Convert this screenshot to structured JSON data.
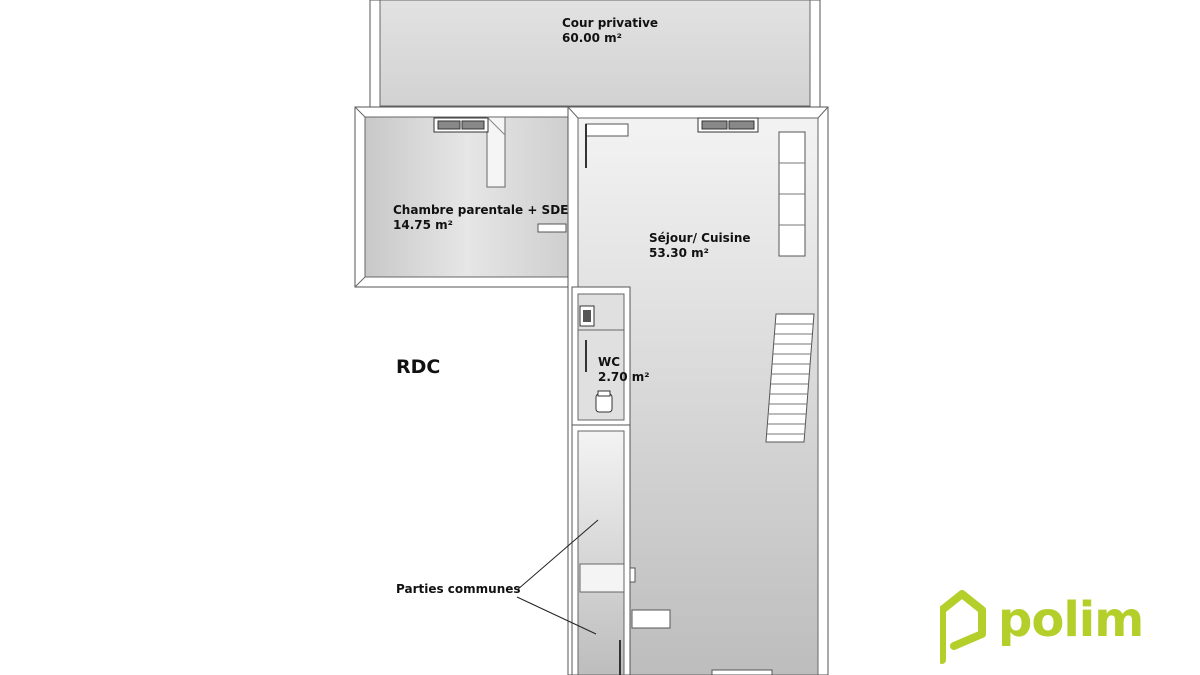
{
  "plan": {
    "level_label": "RDC",
    "rooms": [
      {
        "id": "cour",
        "name": "Cour privative",
        "area": "60.00 m²"
      },
      {
        "id": "chambre",
        "name": "Chambre parentale + SDE",
        "area": "14.75 m²"
      },
      {
        "id": "sejour",
        "name": "Séjour/ Cuisine",
        "area": "53.30 m²"
      },
      {
        "id": "wc",
        "name": "WC",
        "area": "2.70 m²"
      }
    ],
    "callouts": [
      {
        "id": "parties",
        "label": "Parties communes"
      }
    ]
  },
  "brand": {
    "logo_text": "polim",
    "color": "#b5cf2a"
  },
  "colors": {
    "wall": "#ffffff",
    "wall_stroke": "#555555",
    "floor_light": "#ececec",
    "floor_dark": "#c4c4c4"
  }
}
